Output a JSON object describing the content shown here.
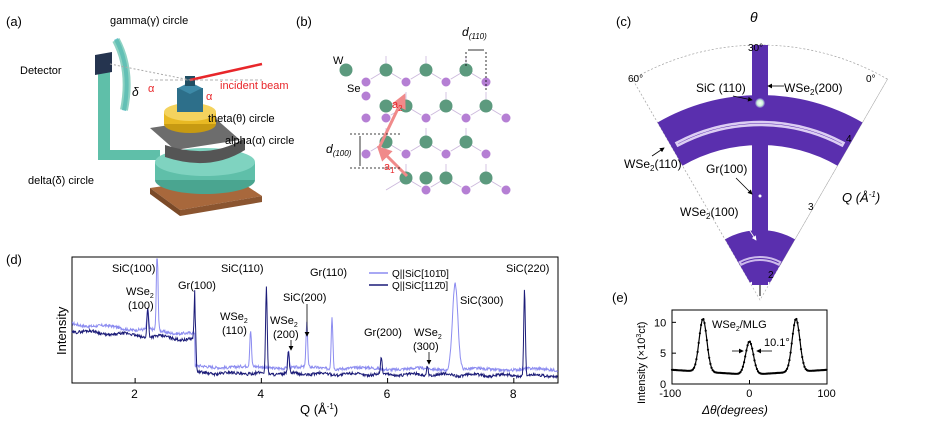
{
  "panel_labels": {
    "a": "(a)",
    "b": "(b)",
    "c": "(c)",
    "d": "(d)",
    "e": "(e)"
  },
  "panel_a": {
    "gamma_circle": "gamma(γ) circle",
    "detector": "Detector",
    "incident_beam": "incident beam",
    "theta_circle": "theta(θ) circle",
    "alpha_circle": "alpha(α) circle",
    "delta_circle": "delta(δ) circle",
    "delta_symbol": "δ",
    "alpha_symbol_1": "α",
    "alpha_symbol_2": "α",
    "colors": {
      "beam": "#e8262a",
      "teal": "#5fbfa9",
      "gold": "#e8b923",
      "navy": "#25344f",
      "brown": "#a8683c"
    }
  },
  "panel_b": {
    "W": "W",
    "Se": "Se",
    "a1": "a",
    "a1_sub": "1",
    "a2": "a",
    "a2_sub": "2",
    "d110": "d",
    "d110_sub": "(110)",
    "d100": "d",
    "d100_sub": "(100)",
    "colors": {
      "W": "#5c9a7e",
      "Se": "#b57fd4",
      "arrow": "#f08a8a"
    }
  },
  "panel_c": {
    "theta_symbol": "θ",
    "angle_30": "30°",
    "angle_60": "60°",
    "angle_0": "0°",
    "SiC110": "SiC (110)",
    "WSe2_200": "WSe",
    "WSe2_200_sub": "2",
    "WSe2_200_tail": "(200)",
    "WSe2_110": "WSe",
    "WSe2_110_sub": "2",
    "WSe2_110_tail": "(110)",
    "Gr100": "Gr(100)",
    "WSe2_100": "WSe",
    "WSe2_100_sub": "2",
    "WSe2_100_tail": "(100)",
    "q4": "4",
    "q3": "3",
    "q2": "2",
    "q_axis": "Q (Å",
    "q_axis_sup": "-1",
    "q_axis_close": ")",
    "colors": {
      "detector": "#5a2fae",
      "bright": "#e6e0ff"
    }
  },
  "panel_d": {
    "ylabel": "Intensity",
    "xlabel": "Q (Å",
    "xlabel_sup": "-1",
    "xlabel_close": ")",
    "legend": [
      {
        "name": "Q||SiC[10$\\bar{1}$0]",
        "display": "Q||SiC[101̄0]",
        "color": "#8c8cf0"
      },
      {
        "name": "Q||SiC[11$\\bar{2}$0]",
        "display": "Q||SiC[112̄0]",
        "color": "#1c1c78"
      }
    ],
    "peak_labels": {
      "SiC100": "SiC(100)",
      "WSe2_100_a": "WSe",
      "WSe2_100_sub": "2",
      "WSe2_100_b": "(100)",
      "Gr100": "Gr(100)",
      "SiC110": "SiC(110)",
      "WSe2_110_a": "WSe",
      "WSe2_110_sub": "2",
      "WSe2_110_b": "(110)",
      "WSe2_200_a": "WSe",
      "WSe2_200_sub": "2",
      "WSe2_200_b": "(200)",
      "SiC200": "SiC(200)",
      "Gr110": "Gr(110)",
      "Gr200": "Gr(200)",
      "WSe2_300_a": "WSe",
      "WSe2_300_sub": "2",
      "WSe2_300_b": "(300)",
      "SiC300": "SiC(300)",
      "SiC220": "SiC(220)"
    },
    "ticks": [
      "2",
      "4",
      "6",
      "8"
    ]
  },
  "panel_e": {
    "ylabel": "Intensity (×10",
    "ylabel_sup": "3",
    "ylabel_tail": "ct)",
    "xlabel": "Δθ(degrees)",
    "title": "WSe",
    "title_sub": "2",
    "title_tail": "/MLG",
    "fwhm": "10.1°",
    "xticks": [
      "-100",
      "0",
      "100"
    ],
    "yticks": [
      "0",
      "5",
      "10"
    ]
  },
  "chart_data": [
    {
      "type": "line",
      "panel": "(d)",
      "xlabel": "Q (Å-1)",
      "ylabel": "Intensity",
      "xlim": [
        1.0,
        8.7
      ],
      "yscale": "log",
      "x_ticks": [
        2,
        4,
        6,
        8
      ],
      "legend_placement": "top-right",
      "series": [
        {
          "name": "Q||SiC[10$\\bar{1}$0]",
          "color": "#8c8cf0",
          "peaks": [
            {
              "x": 2.2,
              "label": "WSe2(100)"
            },
            {
              "x": 2.35,
              "label": "SiC(100)"
            },
            {
              "x": 3.83,
              "label": "WSe2(110)"
            },
            {
              "x": 4.43,
              "label": "WSe2(200)"
            },
            {
              "x": 4.72,
              "label": "SiC(200)"
            },
            {
              "x": 5.12,
              "label": "Gr(110)"
            },
            {
              "x": 7.07,
              "label": "SiC(300)"
            }
          ]
        },
        {
          "name": "Q||SiC[11$\\bar{2}$0]",
          "color": "#1c1c78",
          "peaks": [
            {
              "x": 2.2,
              "label": "WSe2(100)"
            },
            {
              "x": 2.95,
              "label": "Gr(100)"
            },
            {
              "x": 4.08,
              "label": "SiC(110)"
            },
            {
              "x": 4.43,
              "label": "WSe2(200)"
            },
            {
              "x": 5.9,
              "label": "Gr(200)"
            },
            {
              "x": 6.63,
              "label": "WSe2(300)"
            },
            {
              "x": 8.17,
              "label": "SiC(220)"
            }
          ]
        }
      ]
    },
    {
      "type": "line",
      "panel": "(e)",
      "title": "WSe2/MLG",
      "xlabel": "Δθ(degrees)",
      "ylabel": "Intensity (×10^3 ct)",
      "xlim": [
        -100,
        100
      ],
      "ylim": [
        0,
        12
      ],
      "x_ticks": [
        -100,
        0,
        100
      ],
      "y_ticks": [
        0,
        5,
        10
      ],
      "baseline": 1.5,
      "peaks": [
        {
          "x": -60,
          "y": 10.1
        },
        {
          "x": 0,
          "y": 6.9
        },
        {
          "x": 60,
          "y": 10.1
        }
      ],
      "fwhm_deg": 10.1
    }
  ]
}
